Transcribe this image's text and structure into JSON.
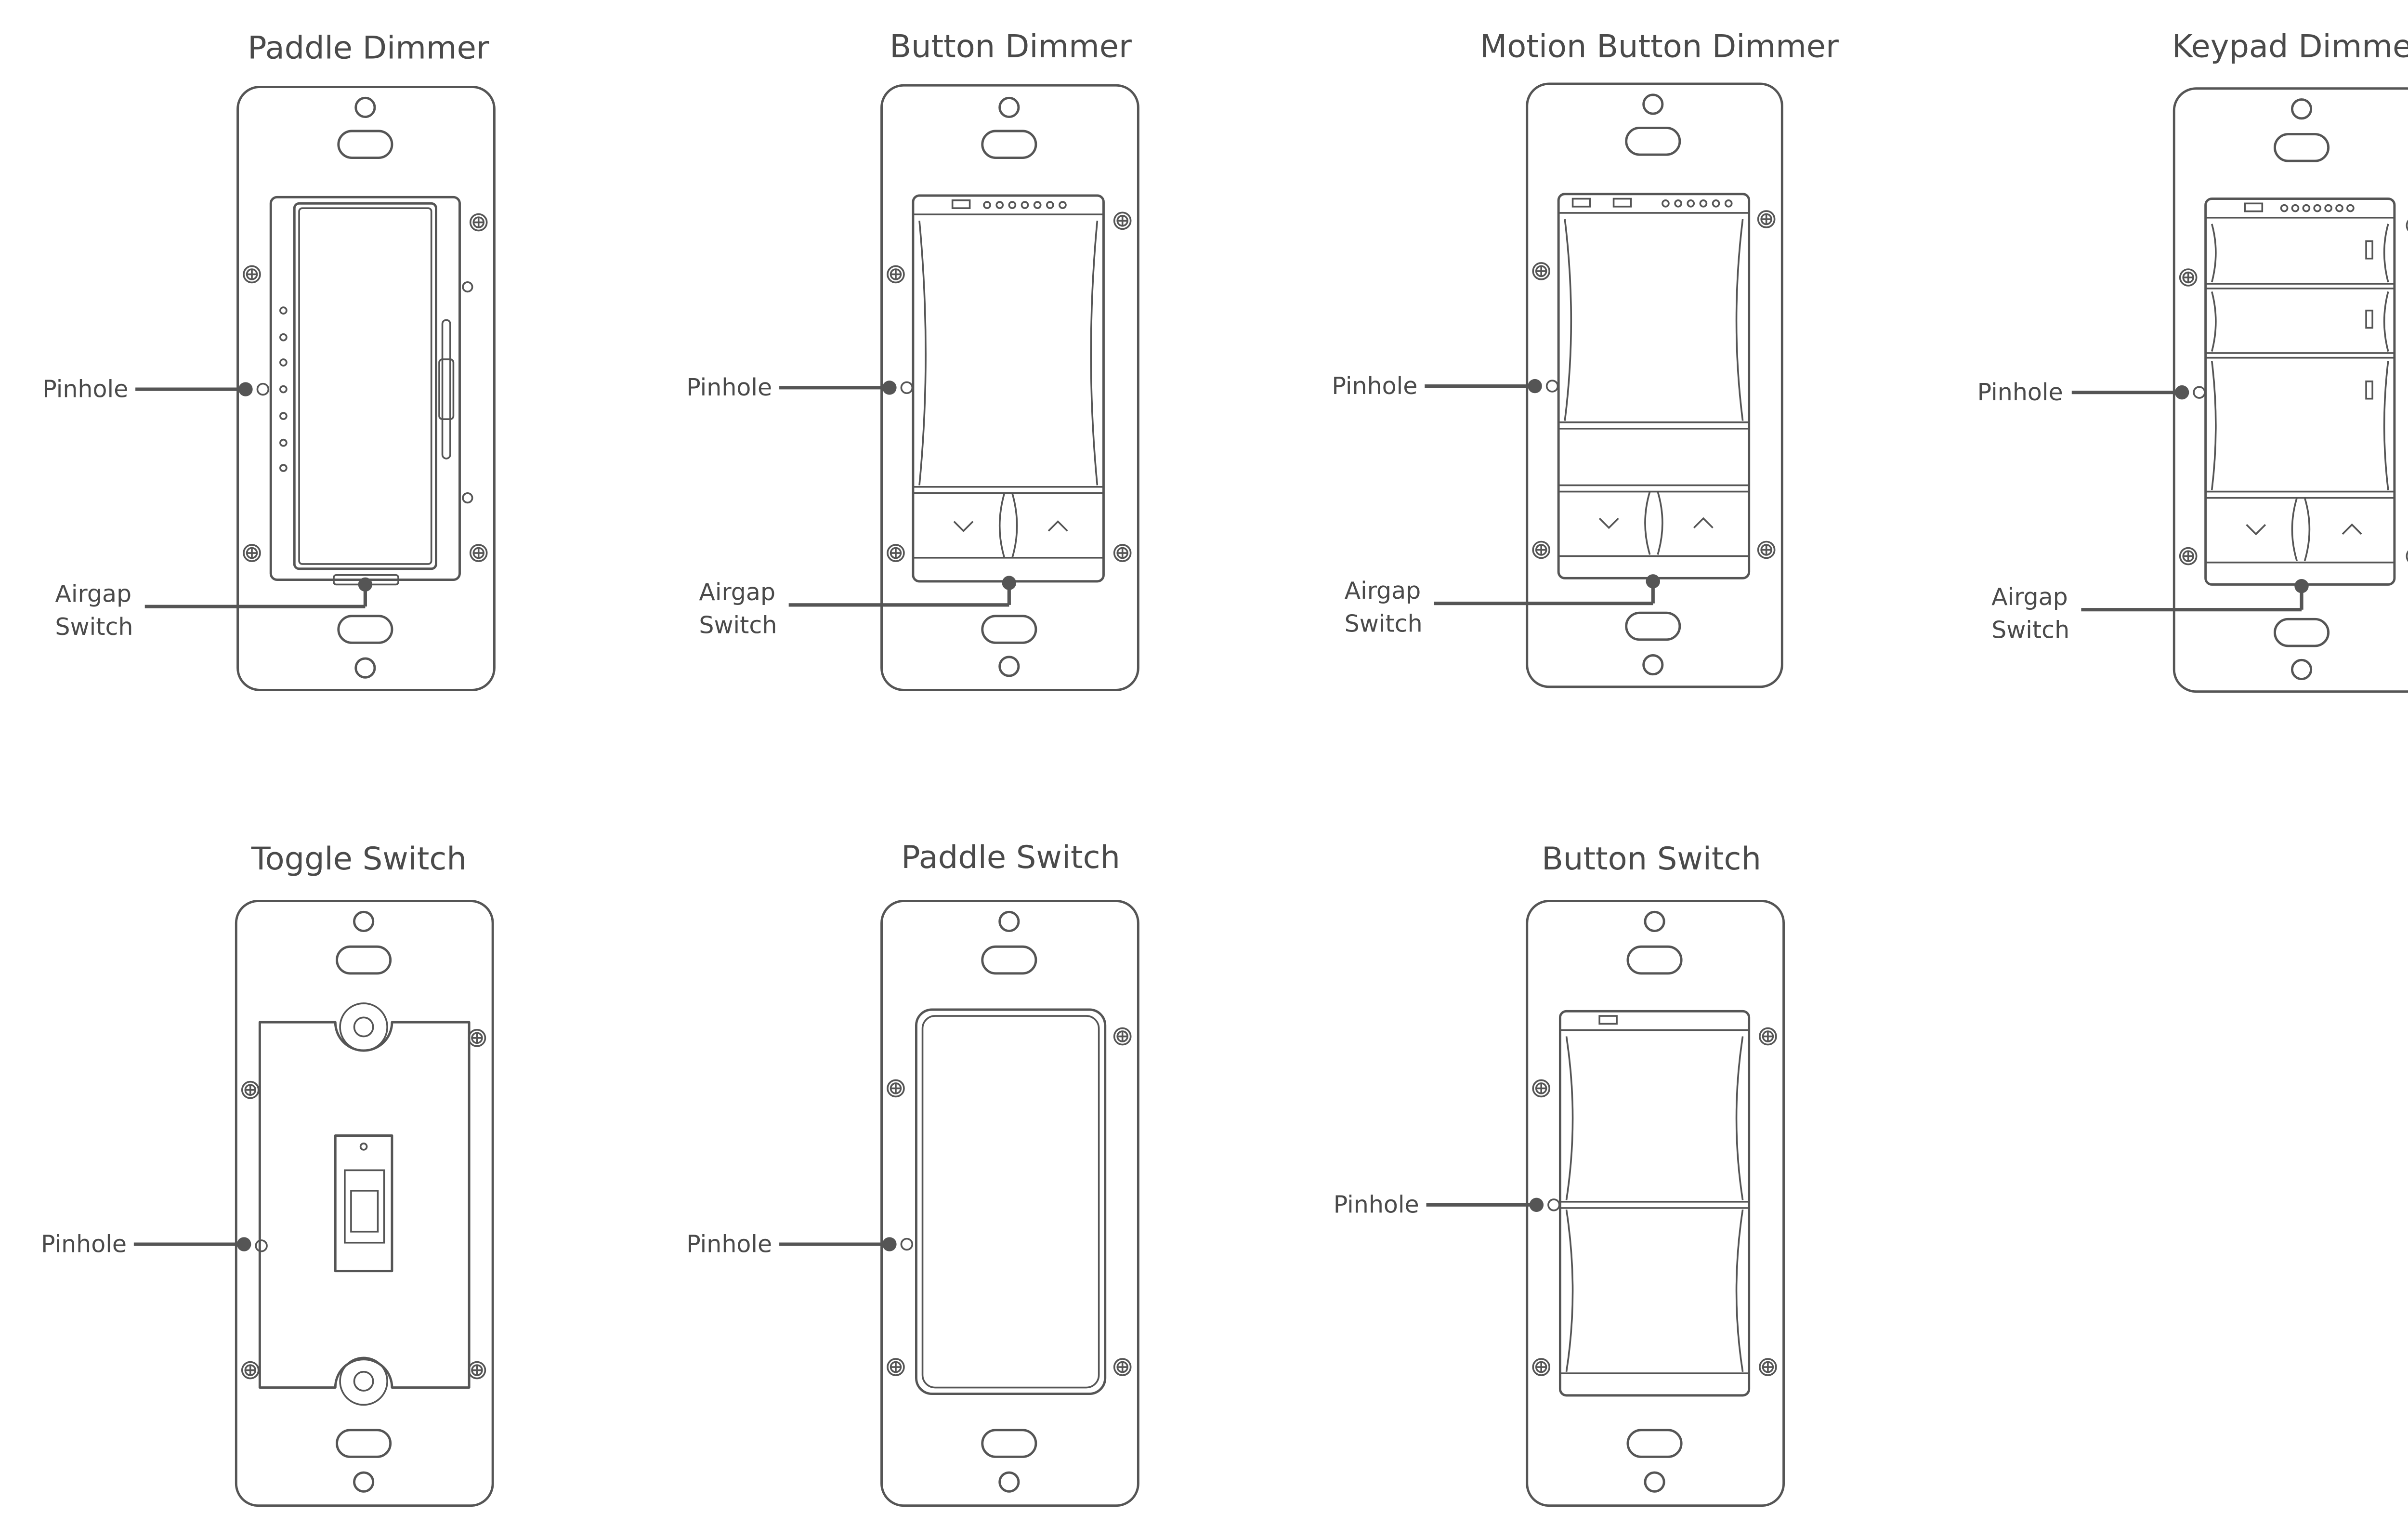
{
  "devices": [
    {
      "id": "paddle-dimmer",
      "title": "Paddle Dimmer",
      "callouts": [
        "Pinhole",
        "Airgap",
        "Switch"
      ]
    },
    {
      "id": "button-dimmer",
      "title": "Button Dimmer",
      "callouts": [
        "Pinhole",
        "Airgap",
        "Switch"
      ]
    },
    {
      "id": "motion-button-dimmer",
      "title": "Motion Button Dimmer",
      "callouts": [
        "Pinhole",
        "Airgap",
        "Switch"
      ]
    },
    {
      "id": "keypad-dimmer",
      "title": "Keypad Dimmer",
      "callouts": [
        "Pinhole",
        "Airgap",
        "Switch"
      ]
    },
    {
      "id": "toggle-switch",
      "title": "Toggle Switch",
      "callouts": [
        "Pinhole"
      ]
    },
    {
      "id": "paddle-switch",
      "title": "Paddle Switch",
      "callouts": [
        "Pinhole"
      ]
    },
    {
      "id": "button-switch",
      "title": "Button Switch",
      "callouts": [
        "Pinhole"
      ]
    }
  ],
  "colors": {
    "line": "#555555",
    "text": "#4a4a4a",
    "background": "#ffffff"
  },
  "icons": {
    "down": "chevron-down-icon",
    "up": "chevron-up-icon",
    "screw": "screw-icon"
  }
}
